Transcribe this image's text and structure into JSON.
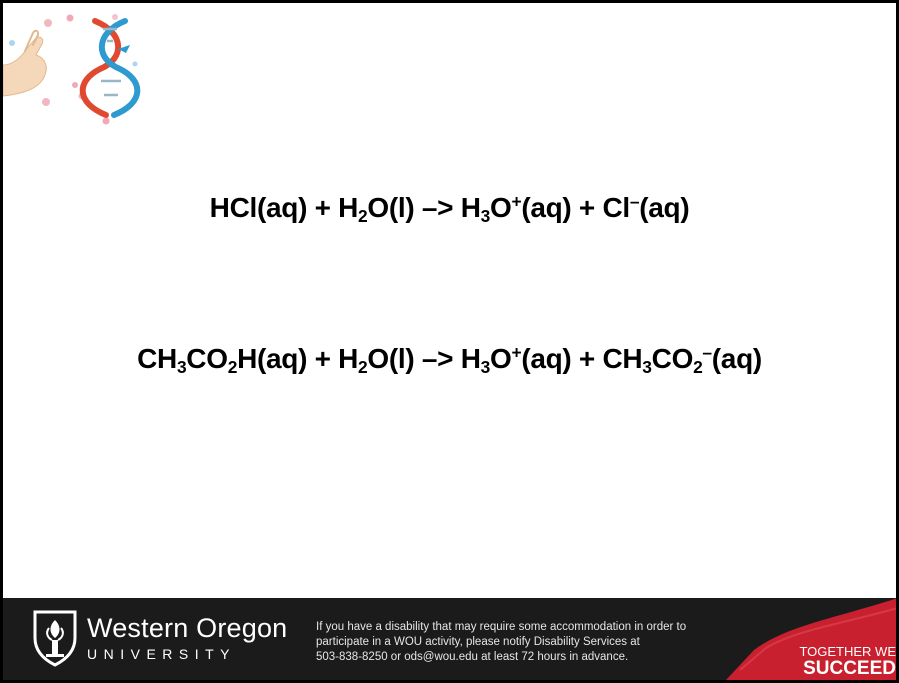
{
  "slide": {
    "equations": [
      {
        "parts": [
          {
            "t": "HCl(aq) + H"
          },
          {
            "sub": "2"
          },
          {
            "t": "O(l) –> H"
          },
          {
            "sub": "3"
          },
          {
            "t": "O"
          },
          {
            "sup": "+"
          },
          {
            "t": "(aq) + Cl"
          },
          {
            "sup": "–"
          },
          {
            "t": "(aq)"
          }
        ]
      },
      {
        "parts": [
          {
            "t": "CH"
          },
          {
            "sub": "3"
          },
          {
            "t": "CO"
          },
          {
            "sub": "2"
          },
          {
            "t": "H(aq) + H"
          },
          {
            "sub": "2"
          },
          {
            "t": "O(l) –> H"
          },
          {
            "sub": "3"
          },
          {
            "t": "O"
          },
          {
            "sup": "+"
          },
          {
            "t": "(aq) + CH"
          },
          {
            "sub": "3"
          },
          {
            "t": "CO"
          },
          {
            "sub": "2"
          },
          {
            "sup": "–"
          },
          {
            "t": "(aq)"
          }
        ]
      }
    ]
  },
  "footer": {
    "logo": {
      "name": "Western Oregon",
      "sub": "UNIVERSITY",
      "icon": "torch-seal-icon"
    },
    "notice_lines": [
      "If you have a disability that may require some accommodation in order to",
      "participate in a WOU activity, please notify Disability Services at",
      "503-838-8250 or ods@wou.edu at least 72 hours in advance."
    ],
    "tagline": {
      "top": "TOGETHER WE",
      "bottom": "SUCCEED"
    }
  },
  "decoration": {
    "icon": "dna-hand-icon"
  },
  "colors": {
    "footer_bg": "#1b1b1b",
    "accent_red": "#c8202f",
    "dna_red": "#e0492f",
    "dna_blue": "#2e9ad0"
  }
}
